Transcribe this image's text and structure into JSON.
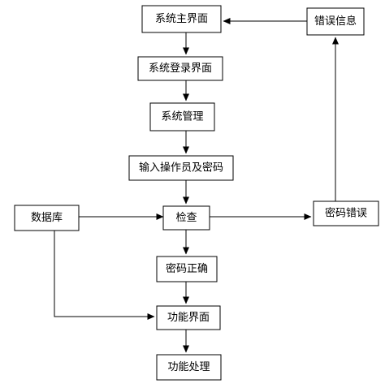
{
  "nodes": {
    "main_ui": "系统主界面",
    "login_ui": "系统登录界面",
    "system_mgmt": "系统管理",
    "input_op_pwd": "输入操作员及密码",
    "check": "检查",
    "pwd_correct": "密码正确",
    "function_ui": "功能界面",
    "function_proc": "功能处理",
    "database": "数据库",
    "pwd_error": "密码错误",
    "error_info": "错误信息"
  }
}
